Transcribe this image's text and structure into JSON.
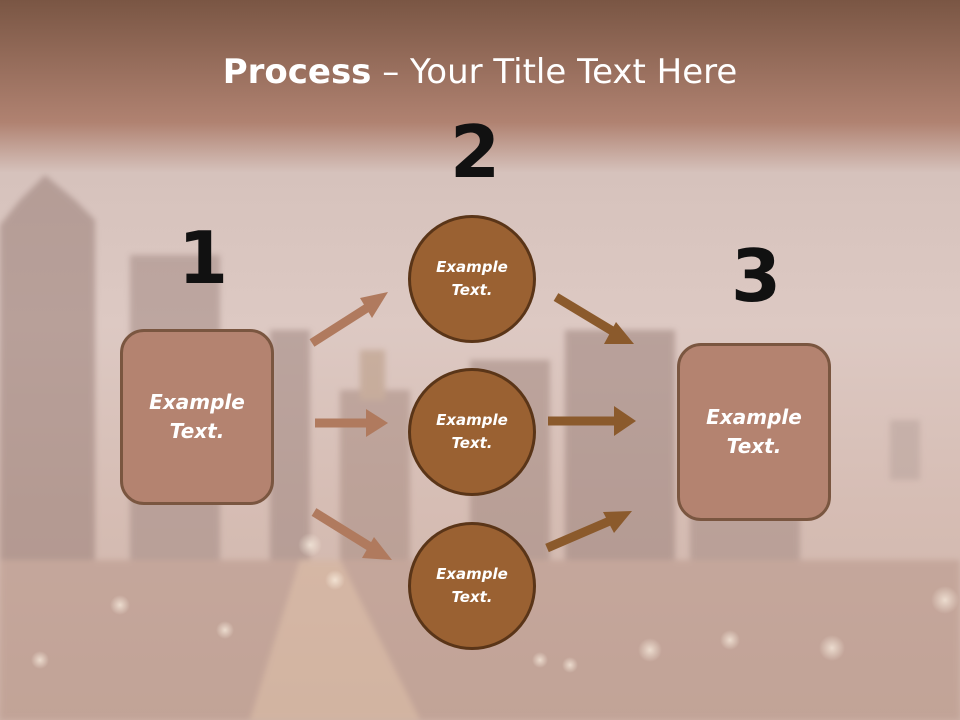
{
  "title": {
    "bold": "Process",
    "rest": " – Your Title Text Here"
  },
  "steps": {
    "n1": "1",
    "n2": "2",
    "n3": "3"
  },
  "left_box": {
    "line1": "Example",
    "line2": "Text."
  },
  "right_box": {
    "line1": "Example",
    "line2": "Text."
  },
  "circles": [
    {
      "line1": "Example",
      "line2": "Text."
    },
    {
      "line1": "Example",
      "line2": "Text."
    },
    {
      "line1": "Example",
      "line2": "Text."
    }
  ],
  "colors": {
    "box_fill": "#b48370",
    "circle_fill": "#9a6132",
    "arrow_light": "#b07a5e",
    "arrow_dark": "#8b5a2c"
  }
}
